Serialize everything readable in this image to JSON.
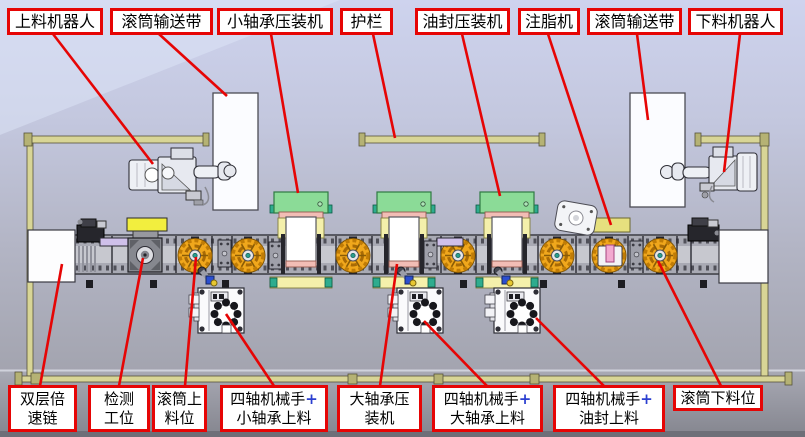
{
  "colors": {
    "red": "#e60505",
    "plus-blue": "#2b3fd0",
    "press-green": "#8bdb97",
    "clamp-teal": "#2eac8e",
    "pink": "#f2bdb5",
    "pale-yellow": "#f4f0ab",
    "bright-yellow": "#f2ee3e",
    "disc-orange": "#f0a71c",
    "disc-rim": "#c07c06",
    "lavender-bar": "#cfc0ea",
    "rail-yellow": "#d8d596",
    "conveyor-gray": "#b6b7c0",
    "panel-white": "#fbfcff",
    "station-gray": "#86888f",
    "bg-top": "#ced3ee",
    "bg-bottom": "#9798a2"
  },
  "labels": {
    "top": [
      {
        "text": "上料机器人"
      },
      {
        "text": "滚筒输送带"
      },
      {
        "text": "小轴承压装机"
      },
      {
        "text": "护栏"
      },
      {
        "text": "油封压装机"
      },
      {
        "text": "注脂机"
      },
      {
        "text": "滚筒输送带"
      },
      {
        "text": "下料机器人"
      }
    ],
    "bottom": [
      {
        "line1": "双层倍",
        "line2": "速链"
      },
      {
        "line1": "检测",
        "line2": "工位"
      },
      {
        "line1": "滚筒上",
        "line2": "料位"
      },
      {
        "line1": "四轴机械手",
        "plus": "+",
        "line2": "小轴承上料"
      },
      {
        "line1": "大轴承压",
        "line2": "装机"
      },
      {
        "line1": "四轴机械手",
        "plus": "+",
        "line2": "大轴承上料"
      },
      {
        "line1": "四轴机械手",
        "plus": "+",
        "line2": "油封上料"
      },
      {
        "line1": "滚筒下料位"
      }
    ]
  }
}
